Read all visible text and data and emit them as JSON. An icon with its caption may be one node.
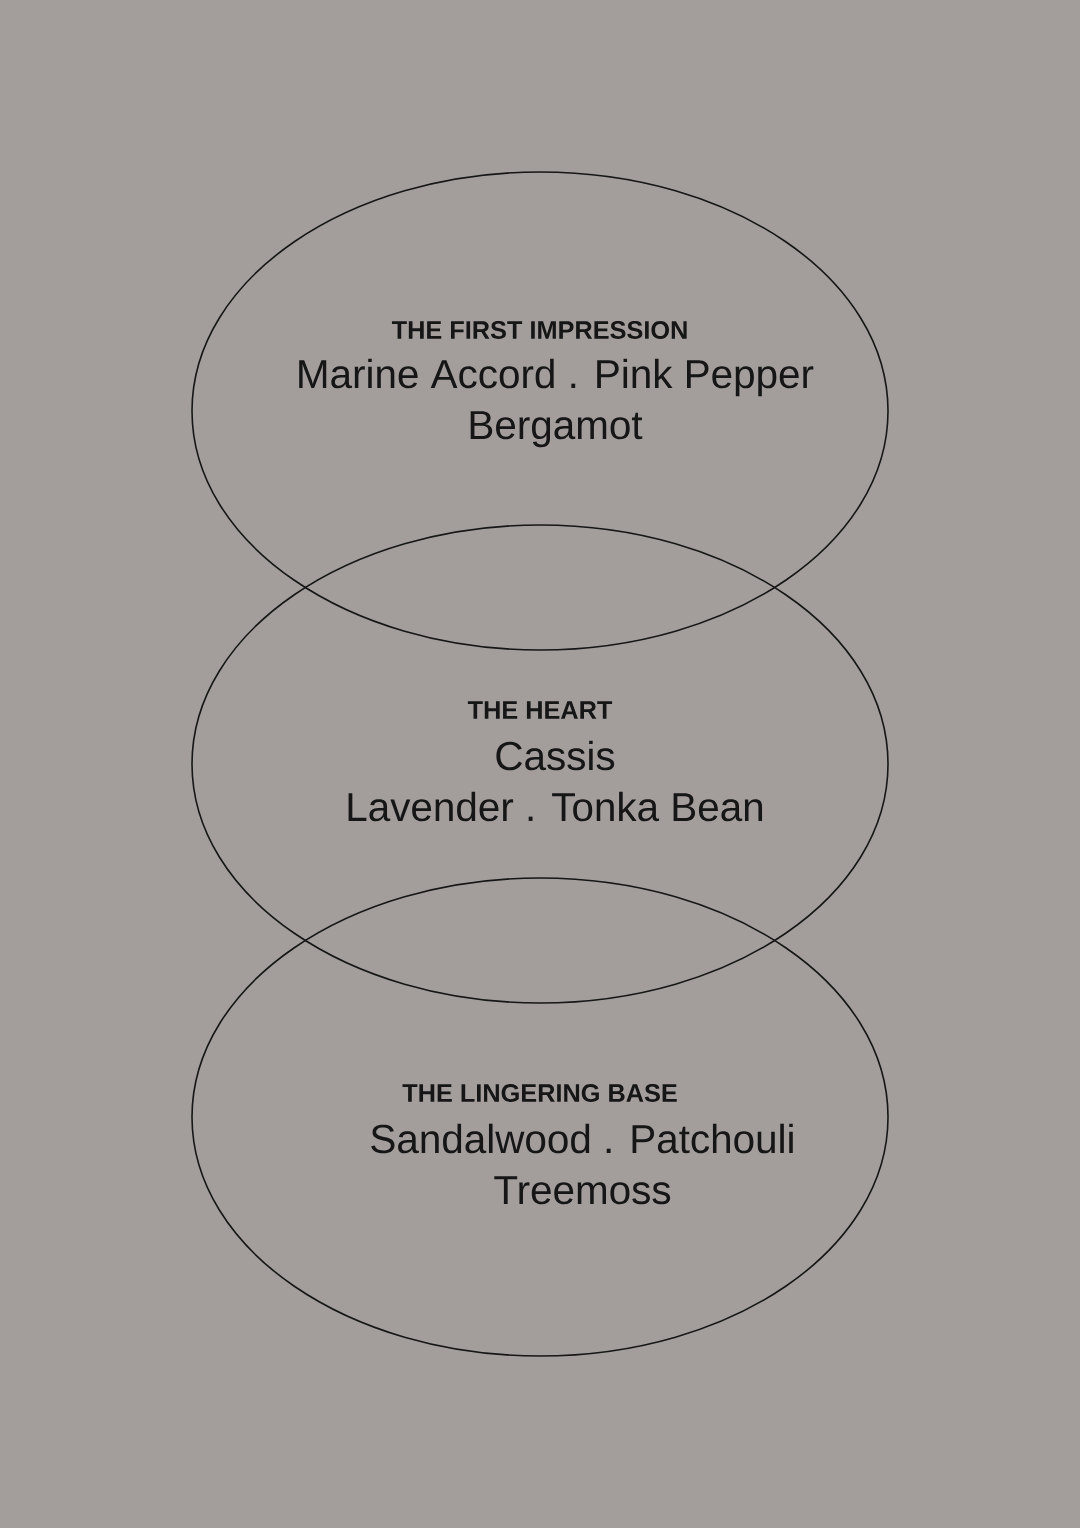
{
  "diagram": {
    "nodes": [
      {
        "text": [
          "THE FIRST IMPRESSION",
          "Marine Accord . Pink Pepper Bergamot"
        ]
      },
      {
        "text": [
          "THE HEART",
          "Cassis Lavender . Tonka Bean"
        ]
      },
      {
        "text": [
          "THE LINGERING BASE",
          "Sandalwood . Patchouli Treemoss"
        ]
      }
    ]
  }
}
